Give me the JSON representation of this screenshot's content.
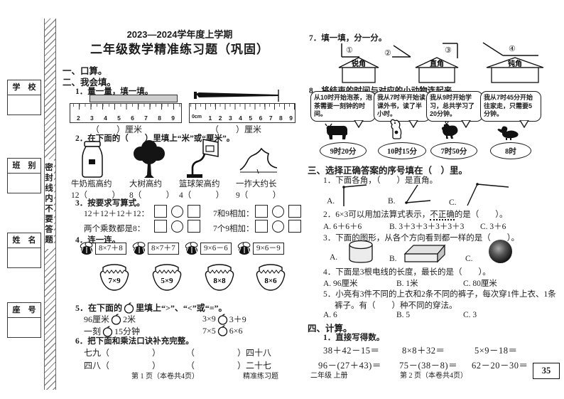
{
  "colors": {
    "paper": "#ffffff",
    "ink": "#1c1c1c"
  },
  "sidebar": {
    "fields": [
      "学　校",
      "班　别",
      "姓　名",
      "座　号"
    ],
    "seal_text": "密封线内不要答题"
  },
  "page1": {
    "term": "2023—2024学年度上学期",
    "title": "二年级数学精准练习题（巩固）",
    "sec1": "一、口算。",
    "sec2": "二、我会填。",
    "q1": {
      "label": "1．量一量，填一填。",
      "object_icons": [
        "chalk-icon",
        "nail-icon"
      ],
      "ruler1_ticks": [
        "2",
        "3",
        "4",
        "5",
        "6",
        "7",
        "8",
        "9"
      ],
      "ruler2_ticks": [
        "0cm",
        "1",
        "2",
        "3",
        "4",
        "5",
        "6",
        "7",
        "8",
        "9"
      ],
      "blank1": "（　　）厘米",
      "blank2": "（　　）厘米"
    },
    "q2": {
      "label": "2．在下面的（　　）里填上“米”或“厘米”。",
      "icons": [
        "milk-bottle-icon",
        "tree-icon",
        "basketball-hoop-icon",
        "hand-span-icon"
      ],
      "items": [
        {
          "line1": "牛奶瓶高约",
          "line2": "12（　　　）"
        },
        {
          "line1": "大树高约",
          "line2": "8（　　　）"
        },
        {
          "line1": "篮球架高约",
          "line2": "4（　　　）"
        },
        {
          "line1": "一拃大约长",
          "line2": "9（　　　）"
        }
      ]
    },
    "q3": {
      "label": "3．按要求写算式。",
      "prompts": [
        "12＋12＋12＋12：",
        "7和9相加：",
        "两个乘数都是8：",
        "7个9相加："
      ]
    },
    "q4": {
      "label": "4．连一连。",
      "bee_icon": "bee-icon",
      "pot_icon": "honey-pot-icon",
      "bees": [
        "8×7＋8",
        "8×7＋7",
        "9×6－6",
        "9×6－9"
      ],
      "pots": [
        "7×9",
        "5×9",
        "8×8",
        "8×6"
      ]
    },
    "q5": {
      "label_pre": "5．在下面的",
      "label_post": "里填上“>”、“<”或“=”。",
      "apple_icon": "apple-icon",
      "pairs": [
        {
          "left": "96厘米",
          "right": "2米"
        },
        {
          "left": "3×9",
          "right": "3＋9"
        },
        {
          "left": "一刻",
          "right": "15分钟"
        },
        {
          "left": "7×5",
          "right": "6×6"
        }
      ]
    },
    "q6": {
      "label": "6．把下面和乘法口诀补充完整。",
      "rows": [
        [
          "七九（　　　　　）",
          "（　　　　　）四十八"
        ],
        [
          "四八（　　　　　）",
          "（　　　　　）二十七"
        ]
      ]
    },
    "footer": {
      "page": "第 1 页（本卷共4页）",
      "brand": "精准练习题"
    }
  },
  "page2": {
    "q7": {
      "label": "7．填一填，分一分。",
      "angle_numbers": [
        "①",
        "②",
        "③",
        "④"
      ],
      "houses": [
        "锐角",
        "直角",
        "钝角"
      ]
    },
    "q8": {
      "label": "8．将结束的时间与对应的小动物连起来。",
      "bubbles": [
        "从10时开始泡茶，泡茶需要一刻钟的时间。",
        "我从7时半开始读课外书，读了半小时。",
        "我从9时开始学习，总共学习了20分钟。",
        "我从7时45分开始往家走，只需要5分钟。"
      ],
      "animal_icons": [
        "cow-icon",
        "dog-icon",
        "hen-icon",
        "duck-icon"
      ],
      "times": [
        "9时20分",
        "10时15分",
        "7时50分",
        "8时"
      ]
    },
    "s3": {
      "label": "三、选择正确答案的序号填在（　）里。",
      "q1": {
        "text": "1．下面各角，（　　）是直角。",
        "opts": [
          "A.",
          "B.",
          "C."
        ]
      },
      "q2": {
        "pre": "2．6×3可以用加法算式表示，",
        "em": "不正确",
        "post": "的是（　　）。",
        "opts": [
          "A. 6＋6＋6",
          "B. 3＋3＋3＋3＋3＋3",
          "C. 3＋6"
        ]
      },
      "q3": {
        "text": "3．下面的图形，从各个方向看到都一样的是（　　）。",
        "opts": [
          "A.",
          "B.",
          "C."
        ],
        "icons": [
          "cylinder-icon",
          "cuboid-icon",
          "sphere-icon"
        ]
      },
      "q4": {
        "text": "4．下面是3根电线的长度，最长的是（　　）。",
        "opts": [
          "A. 96厘米",
          "B. 1米",
          "C. 80厘米"
        ]
      },
      "q5": {
        "line1": "5．小亮有3件不同的上衣和2条不同的裤子，每次穿1件上衣、1条",
        "line2": "裤子。有（　　）种不同的穿法。",
        "opts": [
          "A. 6",
          "B. 5",
          "C. 3"
        ]
      }
    },
    "s4": {
      "label": "四、计算。",
      "sub": "1．直接写得数。",
      "row1": [
        "38＋42－15＝",
        "8×8＋32＝",
        "5×9－18＝"
      ],
      "row2": [
        "96－(27＋43)＝",
        "75－(38－8)＝",
        "62－20－30＝"
      ]
    },
    "footer": {
      "book": "二年级 上册",
      "page": "第 2 页（本卷共4页）",
      "corner": "35"
    }
  }
}
